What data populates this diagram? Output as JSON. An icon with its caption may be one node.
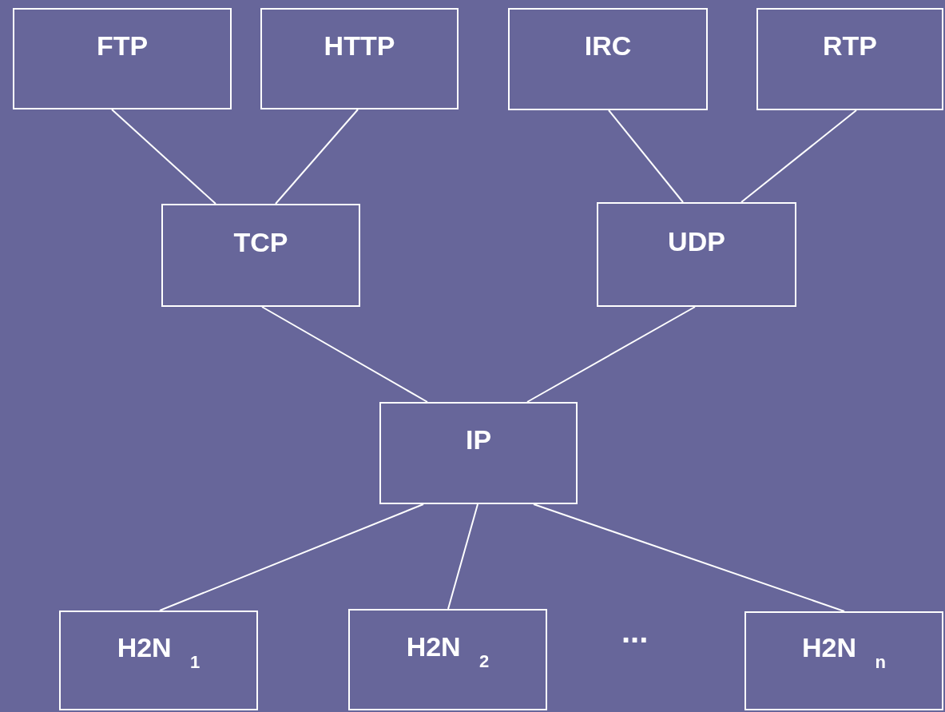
{
  "diagram": {
    "nodes": [
      {
        "text": [
          "FTP"
        ]
      },
      {
        "text": [
          "HTTP"
        ]
      },
      {
        "text": [
          "IRC"
        ]
      },
      {
        "text": [
          "RTP"
        ]
      },
      {
        "text": [
          "TCP"
        ]
      },
      {
        "text": [
          "UDP"
        ]
      },
      {
        "text": [
          "IP"
        ]
      },
      {
        "text": [
          "H2N $_{1}$"
        ]
      },
      {
        "text": [
          "H2N $_{2}$"
        ]
      },
      {
        "text": [
          "H2N $_{n}$"
        ]
      }
    ],
    "edges": [
      {
        "from": 0,
        "to": 4,
        "arrow": "none"
      },
      {
        "from": 1,
        "to": 4,
        "arrow": "none"
      },
      {
        "from": 2,
        "to": 5,
        "arrow": "none"
      },
      {
        "from": 3,
        "to": 5,
        "arrow": "none"
      },
      {
        "from": 4,
        "to": 6,
        "arrow": "none"
      },
      {
        "from": 5,
        "to": 6,
        "arrow": "none"
      },
      {
        "from": 6,
        "to": 7,
        "arrow": "none"
      },
      {
        "from": 6,
        "to": 8,
        "arrow": "none"
      },
      {
        "from": 6,
        "to": 9,
        "arrow": "none"
      }
    ],
    "labels": [
      "..."
    ]
  }
}
